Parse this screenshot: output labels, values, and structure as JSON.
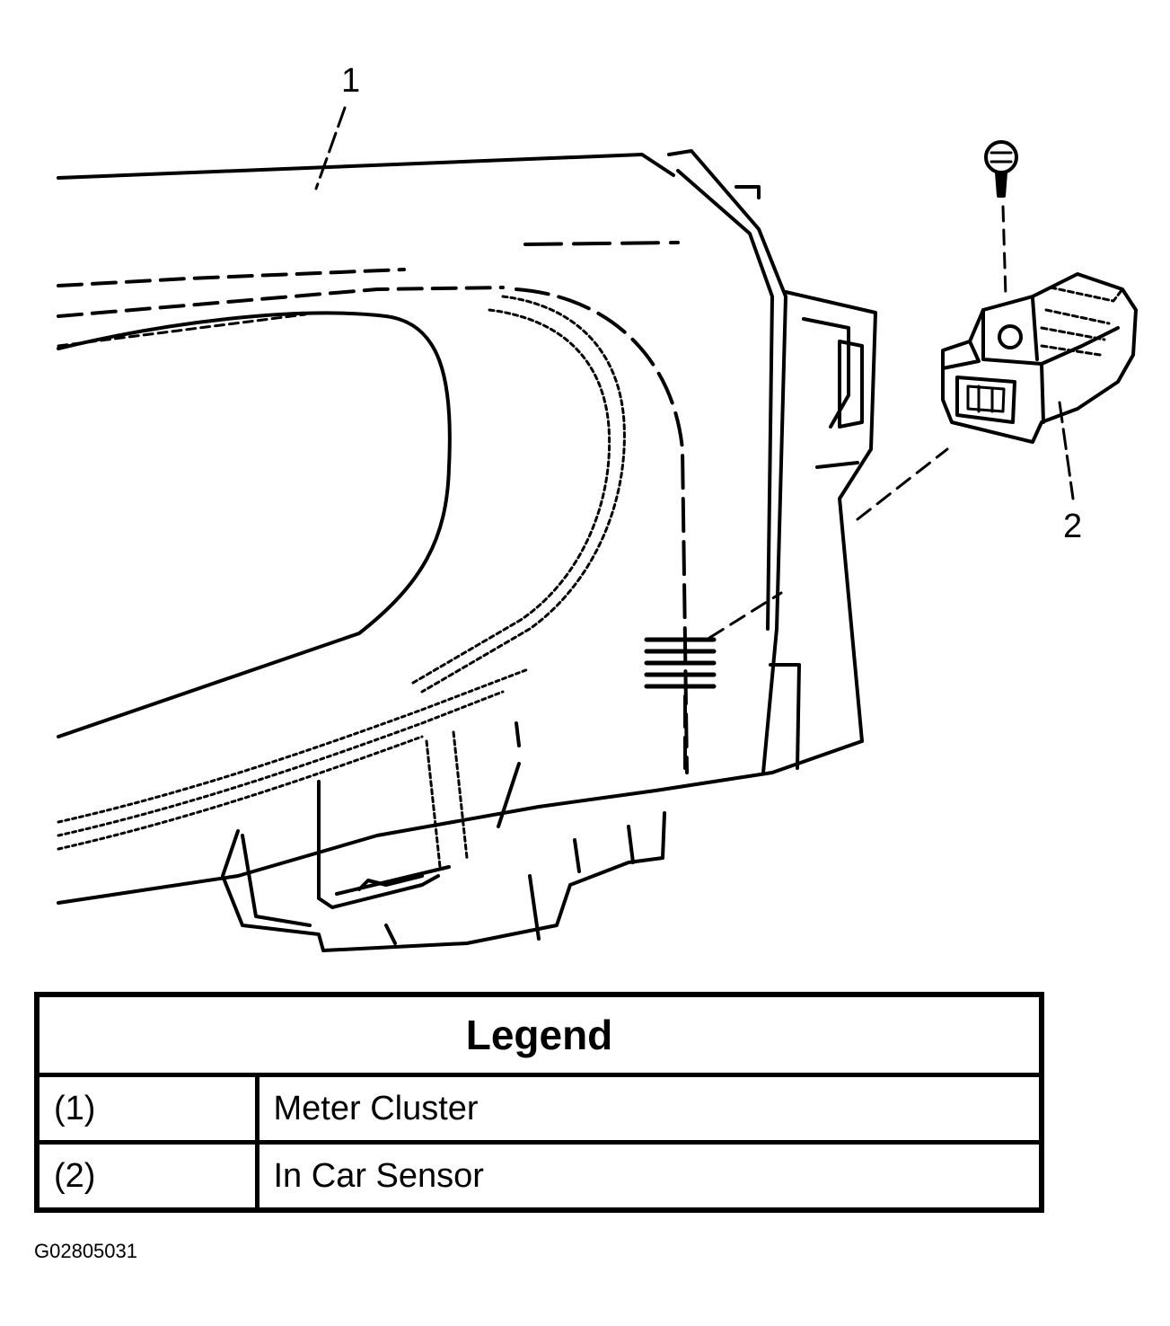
{
  "figure": {
    "callouts": [
      {
        "id": "1",
        "label": "1"
      },
      {
        "id": "2",
        "label": "2"
      }
    ],
    "figure_id": "G02805031"
  },
  "legend": {
    "title": "Legend",
    "rows": [
      {
        "ref": "(1)",
        "description": "Meter Cluster"
      },
      {
        "ref": "(2)",
        "description": "In Car Sensor"
      }
    ]
  }
}
